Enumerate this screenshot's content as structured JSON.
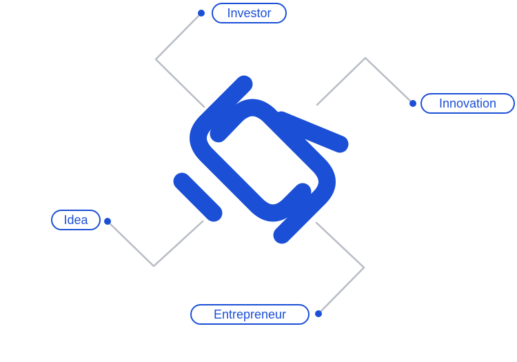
{
  "diagram": {
    "labels": {
      "investor": "Investor",
      "innovation": "Innovation",
      "idea": "Idea",
      "entrepreneur": "Entrepreneur"
    },
    "colors": {
      "accent": "#1a4fd6",
      "connector": "#b8bcc4",
      "background": "#ffffff"
    },
    "center_icon": "interlocking-chain-icon"
  }
}
